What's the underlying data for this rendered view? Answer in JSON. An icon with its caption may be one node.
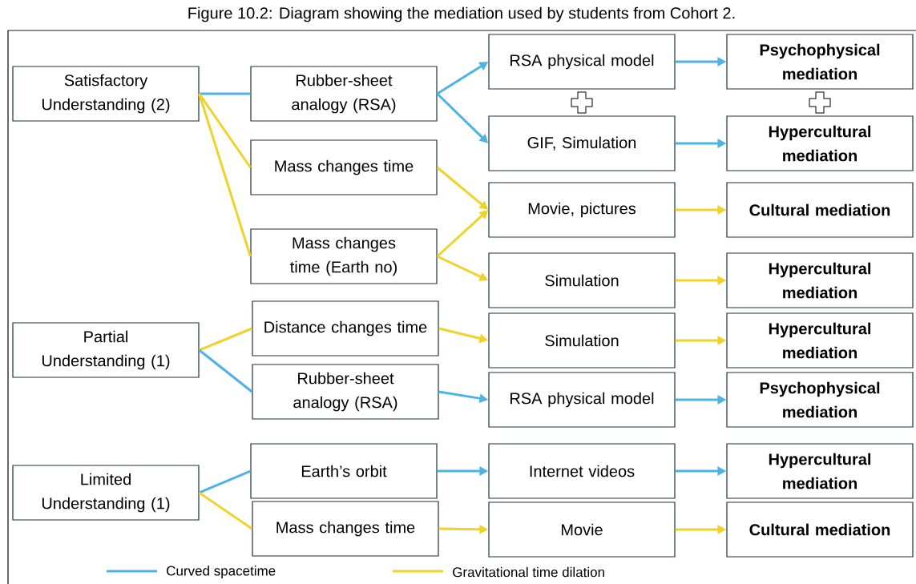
{
  "diagram": {
    "title": "Figure 10.2: Diagram showing the mediation used by students from Cohort 2.",
    "nodes": [
      {
        "text": [
          "Satisfactory Understanding (2)"
        ]
      },
      {
        "text": [
          "Rubber-sheet analogy (RSA)"
        ]
      },
      {
        "text": [
          "Mass changes time"
        ]
      },
      {
        "text": [
          "Mass changes time (Earth no)"
        ]
      },
      {
        "text": [
          "RSA physical model"
        ]
      },
      {
        "text": [
          "GIF, Simulation"
        ]
      },
      {
        "text": [
          "Movie, pictures"
        ]
      },
      {
        "text": [
          "Simulation"
        ]
      },
      {
        "text": [
          "Psychophysical mediation"
        ]
      },
      {
        "text": [
          "Hypercultural mediation"
        ]
      },
      {
        "text": [
          "Cultural mediation"
        ]
      },
      {
        "text": [
          "Hypercultural mediation"
        ]
      },
      {
        "text": [
          "Partial Understanding (1)"
        ]
      },
      {
        "text": [
          "Distance changes time"
        ]
      },
      {
        "text": [
          "Rubber-sheet analogy (RSA)"
        ]
      },
      {
        "text": [
          "Simulation"
        ]
      },
      {
        "text": [
          "RSA physical model"
        ]
      },
      {
        "text": [
          "Hypercultural mediation"
        ]
      },
      {
        "text": [
          "Psychophysical mediation"
        ]
      },
      {
        "text": [
          "Limited Understanding (1)"
        ]
      },
      {
        "text": [
          "Earth’s orbit"
        ]
      },
      {
        "text": [
          "Mass changes time"
        ]
      },
      {
        "text": [
          "Internet videos"
        ]
      },
      {
        "text": [
          "Movie"
        ]
      },
      {
        "text": [
          "Hypercultural mediation"
        ]
      },
      {
        "text": [
          "Cultural mediation"
        ]
      }
    ],
    "edges": [
      {
        "from": 0,
        "to": 1,
        "arrow": "none",
        "color": "#4db3e6"
      },
      {
        "from": 0,
        "to": 2,
        "arrow": "none"
      },
      {
        "from": 0,
        "to": 3,
        "arrow": "none"
      },
      {
        "from": 1,
        "to": 4,
        "arrow": "to",
        "color": "#4db3e6"
      },
      {
        "from": 1,
        "to": 5,
        "arrow": "to",
        "color": "#4db3e6"
      },
      {
        "from": 2,
        "to": 6,
        "arrow": "to"
      },
      {
        "from": 3,
        "to": 6,
        "arrow": "to"
      },
      {
        "from": 3,
        "to": 7,
        "arrow": "to"
      },
      {
        "from": 4,
        "to": 8,
        "arrow": "to",
        "color": "#4db3e6"
      },
      {
        "from": 5,
        "to": 9,
        "arrow": "to",
        "color": "#4db3e6"
      },
      {
        "from": 6,
        "to": 10,
        "arrow": "to"
      },
      {
        "from": 7,
        "to": 11,
        "arrow": "to"
      },
      {
        "from": 12,
        "to": 13,
        "arrow": "none"
      },
      {
        "from": 12,
        "to": 14,
        "arrow": "none",
        "color": "#4db3e6"
      },
      {
        "from": 13,
        "to": 15,
        "arrow": "to"
      },
      {
        "from": 14,
        "to": 16,
        "arrow": "to",
        "color": "#4db3e6"
      },
      {
        "from": 15,
        "to": 17,
        "arrow": "to"
      },
      {
        "from": 16,
        "to": 18,
        "arrow": "to",
        "color": "#4db3e6"
      },
      {
        "from": 19,
        "to": 20,
        "arrow": "none",
        "color": "#4db3e6"
      },
      {
        "from": 19,
        "to": 21,
        "arrow": "none"
      },
      {
        "from": 20,
        "to": 22,
        "arrow": "to",
        "color": "#4db3e6"
      },
      {
        "from": 21,
        "to": 23,
        "arrow": "to"
      },
      {
        "from": 22,
        "to": 24,
        "arrow": "to",
        "color": "#4db3e6"
      },
      {
        "from": 23,
        "to": 25,
        "arrow": "to"
      }
    ],
    "legend": [
      {
        "text": "Curved spacetime"
      },
      {
        "text": "Gravitational time dilation"
      }
    ]
  }
}
